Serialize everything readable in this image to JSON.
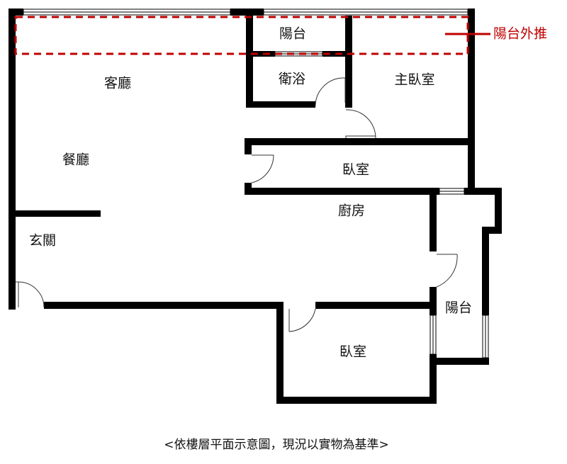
{
  "rooms": {
    "balcony_top": "陽台",
    "living_room": "客廳",
    "bathroom": "衛浴",
    "master_bedroom": "主臥室",
    "dining_room": "餐廳",
    "bedroom_middle": "臥室",
    "kitchen": "廚房",
    "entrance": "玄關",
    "balcony_side": "陽台",
    "bedroom_bottom": "臥室"
  },
  "annotation": "陽台外推",
  "caption": "<依樓層平面示意圖，現況以實物為基準>",
  "colors": {
    "wall": "#000000",
    "annotation": "#c00000"
  }
}
